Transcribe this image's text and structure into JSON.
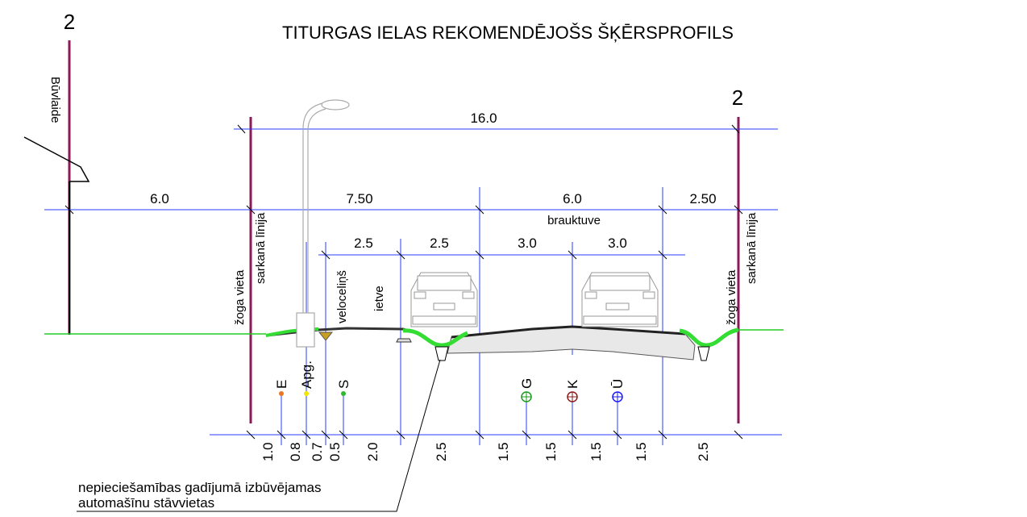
{
  "title": "TITURGAS IELAS REKOMENDĒJOŠS ŠĶĒRSPROFILS",
  "section_marks": {
    "left": "2",
    "right": "2"
  },
  "labels": {
    "building_line": "Būvlaide",
    "fence_left": "žoga vieta",
    "red_line_left": "sarkanā līnija",
    "fence_right": "žoga vieta",
    "red_line_right": "sarkanā līnija",
    "bike_path": "veloceliņš",
    "sidewalk": "ietve",
    "carriageway": "brauktuve"
  },
  "dimensions": {
    "total": "16.0",
    "to_building": "6.0",
    "left_side": "7.50",
    "carriageway": "6.0",
    "right_side": "2.50",
    "bike": "2.5",
    "parking": "2.5",
    "lane_1": "3.0",
    "lane_2": "3.0"
  },
  "utilities": {
    "E": {
      "label": "E",
      "color": "#e87722"
    },
    "Apg": {
      "label": "Apg.",
      "color": "#f2e600"
    },
    "S": {
      "label": "S",
      "color": "#2db82d"
    },
    "G": {
      "label": "G",
      "color": "#1a9a1a"
    },
    "K": {
      "label": "K",
      "color": "#8b1a1a"
    },
    "U": {
      "label": "Ū",
      "color": "#1a1aff"
    }
  },
  "bottom_dims": [
    "1.0",
    "0.8",
    "0.7",
    "0.5",
    "2.0",
    "2.5",
    "1.5",
    "1.5",
    "1.5",
    "1.5",
    "2.5"
  ],
  "note": {
    "line1": "nepieciešamības gadījumā izbūvējamas",
    "line2": "automašīnu stāvvietas"
  },
  "colors": {
    "dim_line": "#2a3cff",
    "red_line": "#8b1a5a",
    "ground": "#22cc22",
    "curb": "#33dd33"
  }
}
